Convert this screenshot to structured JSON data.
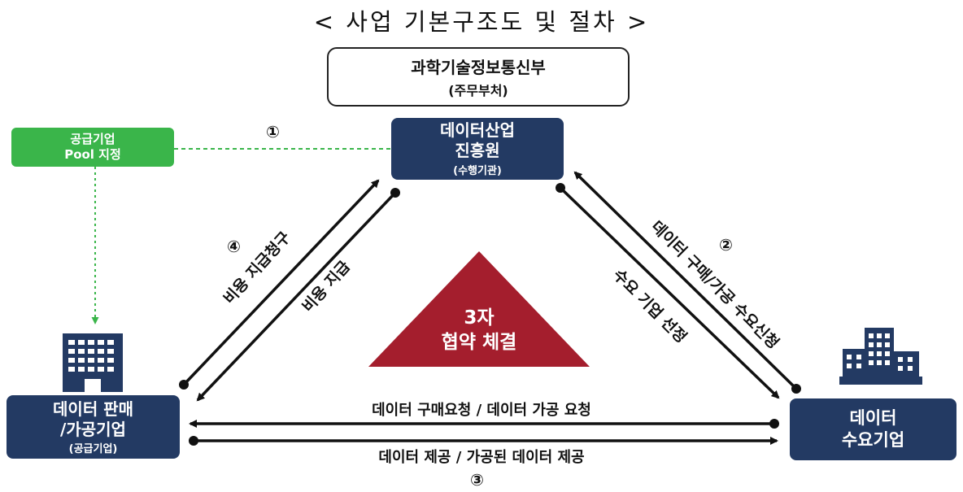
{
  "title": "< 사업 기본구조도 및 절차 >",
  "ministry": {
    "name": "과학기술정보통신부",
    "role": "(주무부처)"
  },
  "agency": {
    "line1": "데이터산업",
    "line2": "진흥원",
    "role": "(수행기관)"
  },
  "pool": {
    "line1": "공급기업",
    "line2": "Pool 지정"
  },
  "seller": {
    "line1": "데이터 판매",
    "line2": "/가공기업",
    "role": "(공급기업)"
  },
  "buyer": {
    "line1": "데이터",
    "line2": "수요기업"
  },
  "contract": {
    "line1": "3자",
    "line2": "협약 체결"
  },
  "steps": {
    "s1": "①",
    "s2": "②",
    "s3": "③",
    "s4": "④"
  },
  "labels": {
    "purchase_request": "데이터 구매요청 / 데이터 가공 요청",
    "data_provide": "데이터 제공 / 가공된 데이터 제공",
    "cost_claim": "비용 지급청구",
    "cost_pay": "비용 지급",
    "demand_apply": "데이터 구매/가공 수요신청",
    "demand_select": "수요 기업 선정"
  },
  "colors": {
    "navy": "#233a63",
    "green": "#3ab54a",
    "red": "#a41e2d"
  }
}
